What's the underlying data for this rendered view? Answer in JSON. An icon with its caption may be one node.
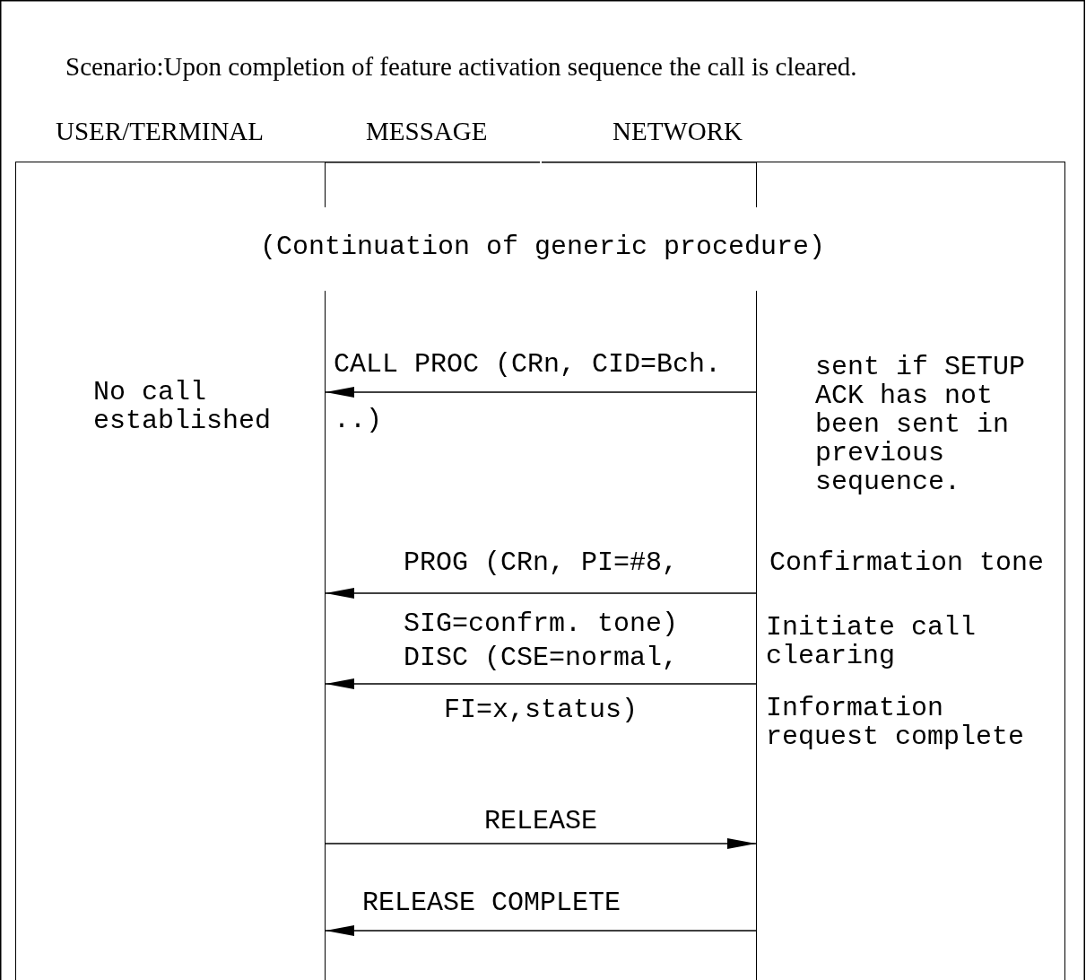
{
  "diagram": {
    "title": "Scenario:Upon completion of feature activation sequence the call is cleared.",
    "nodes": [
      {
        "text": [
          "No call established"
        ]
      },
      {
        "text": [
          "sent if SETUP ACK has not been sent in previous sequence.",
          "Confirmation tone",
          "Initiate call clearing",
          "Information request complete"
        ]
      }
    ],
    "edges": [
      {
        "from": 1,
        "to": 0,
        "arrow": "to",
        "label": "CALL PROC (CRn, CID=Bch. ..)"
      },
      {
        "from": 1,
        "to": 0,
        "arrow": "to",
        "label": "PROG (CRn, PI=#8, SIG=confrm. tone)"
      },
      {
        "from": 1,
        "to": 0,
        "arrow": "to",
        "label": "DISC (CSE=normal, FI=x,status)"
      },
      {
        "from": 0,
        "to": 1,
        "arrow": "to",
        "label": "RELEASE"
      },
      {
        "from": 1,
        "to": 0,
        "arrow": "to",
        "label": "RELEASE COMPLETE"
      }
    ],
    "labels": [
      "USER/TERMINAL",
      "MESSAGE",
      "NETWORK",
      "(Continuation of generic procedure)"
    ]
  }
}
